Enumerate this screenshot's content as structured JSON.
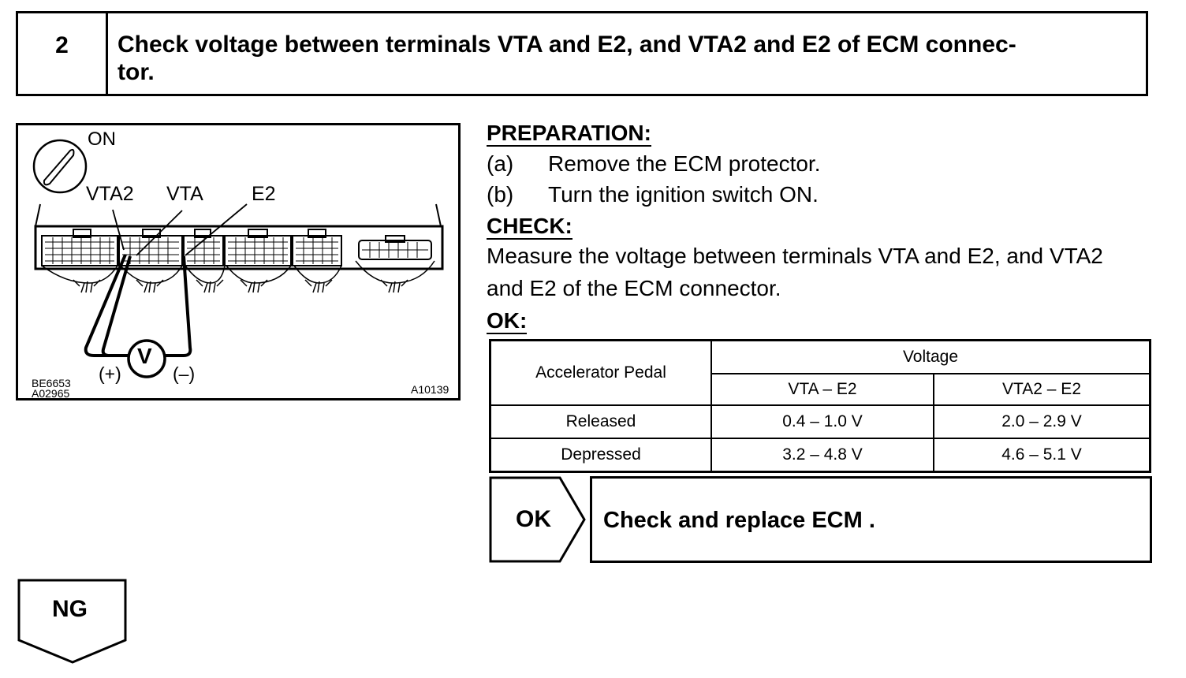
{
  "step": {
    "number": "2",
    "title_line1": "Check voltage between terminals VTA and E2, and VTA2 and E2 of ECM connec-",
    "title_line2": "tor."
  },
  "figure": {
    "switch_label": "ON",
    "terminal_vta2": "VTA2",
    "terminal_vta": "VTA",
    "terminal_e2": "E2",
    "meter_symbol": "V",
    "plus_label": "(+)",
    "minus_label": "(–)",
    "ref_code_1": "BE6653",
    "ref_code_2": "A02965",
    "ref_code_3": "A10139"
  },
  "preparation": {
    "heading": "PREPARATION:",
    "steps": [
      {
        "letter": "(a)",
        "text": "Remove the ECM protector."
      },
      {
        "letter": "(b)",
        "text": "Turn the ignition switch ON."
      }
    ]
  },
  "check": {
    "heading": "CHECK:",
    "line1": "Measure the voltage between terminals VTA and E2, and VTA2",
    "line2": "and E2 of the ECM connector."
  },
  "ok_heading": "OK:",
  "spec_table": {
    "col_pedal": "Accelerator Pedal",
    "col_voltage": "Voltage",
    "col_vta": "VTA – E2",
    "col_vta2": "VTA2 – E2",
    "rows": [
      {
        "pedal": "Released",
        "vta": "0.4 – 1.0 V",
        "vta2": "2.0 – 2.9 V"
      },
      {
        "pedal": "Depressed",
        "vta": "3.2 – 4.8 V",
        "vta2": "4.6 – 5.1 V"
      }
    ]
  },
  "ok_result": {
    "tag": "OK",
    "action": "Check and replace ECM ."
  },
  "ng_result": {
    "tag": "NG"
  }
}
